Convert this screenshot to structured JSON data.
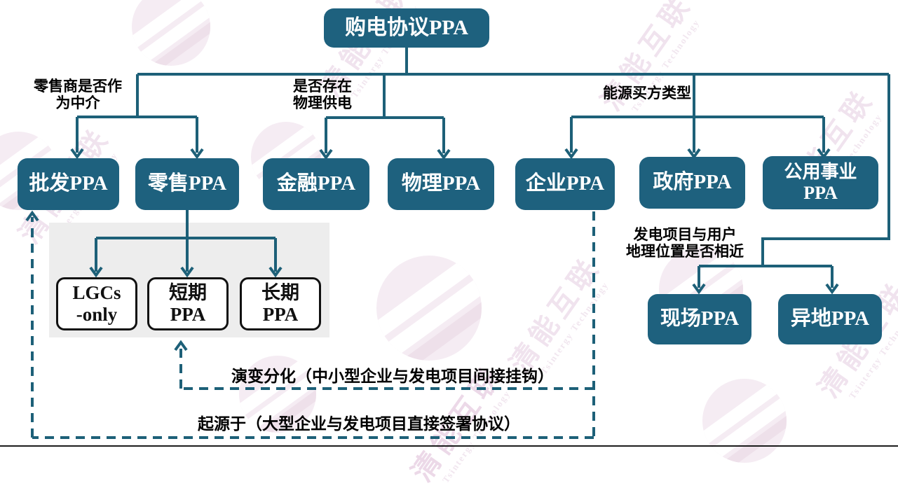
{
  "title": "购电协议PPA",
  "criteria_labels": {
    "retailer_intermediary": {
      "line1": "零售商是否作",
      "line2": "为中介"
    },
    "physical_supply": {
      "line1": "是否存在",
      "line2": "物理供电"
    },
    "buyer_type": {
      "line1": "能源买方类型"
    },
    "geo_proximity": {
      "line1": "发电项目与用户",
      "line2": "地理位置是否相近"
    }
  },
  "nodes": {
    "wholesale": {
      "lines": [
        "批发PPA"
      ]
    },
    "retail": {
      "lines": [
        "零售PPA"
      ]
    },
    "financial": {
      "lines": [
        "金融PPA"
      ]
    },
    "physical": {
      "lines": [
        "物理PPA"
      ]
    },
    "corporate": {
      "lines": [
        "企业PPA"
      ]
    },
    "government": {
      "lines": [
        "政府PPA"
      ]
    },
    "utility": {
      "lines": [
        "公用事业",
        "PPA"
      ]
    },
    "onsite": {
      "lines": [
        "现场PPA"
      ]
    },
    "offsite": {
      "lines": [
        "异地PPA"
      ]
    },
    "lgcs_only": {
      "lines": [
        "LGCs",
        "-only"
      ]
    },
    "short_term": {
      "lines": [
        "短期",
        "PPA"
      ]
    },
    "long_term": {
      "lines": [
        "长期",
        "PPA"
      ]
    }
  },
  "dashed_notes": {
    "evolution": "演变分化（中小型企业与发电项目间接挂钩）",
    "origin": "起源于（大型企业与发电项目直接签署协议）"
  },
  "watermark": {
    "cn": "清能互联",
    "en": "Tsintergy Technology"
  },
  "colors": {
    "node_fill": "#1e617e",
    "line": "#1d6078",
    "panel_gray": "#ededed",
    "subbox_border": "#111111",
    "watermark_pink": "#f0e3ee"
  }
}
